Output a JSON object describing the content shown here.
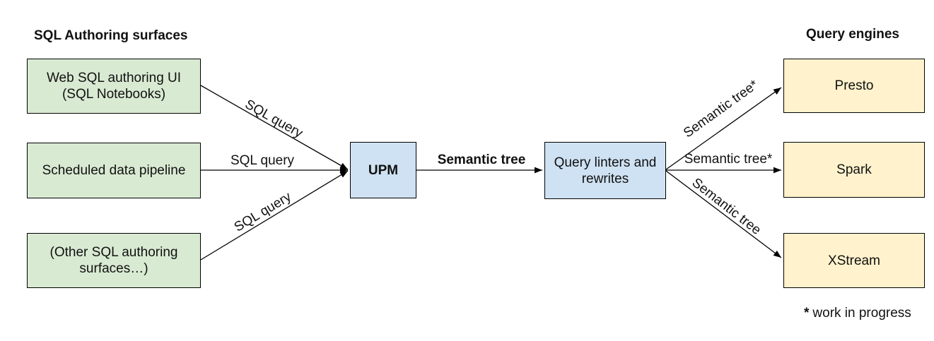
{
  "headings": {
    "left": "SQL Authoring surfaces",
    "right": "Query engines"
  },
  "sources": [
    {
      "label": "Web SQL authoring UI\n(SQL Notebooks)"
    },
    {
      "label": "Scheduled data pipeline"
    },
    {
      "label": "(Other SQL authoring\nsurfaces…)"
    }
  ],
  "processors": {
    "upm": {
      "label": "UPM"
    },
    "linters": {
      "label": "Query linters and\nrewrites"
    }
  },
  "engines": [
    {
      "label": "Presto"
    },
    {
      "label": "Spark"
    },
    {
      "label": "XStream"
    }
  ],
  "edges": {
    "source_to_upm": [
      {
        "label": "SQL query"
      },
      {
        "label": "SQL query"
      },
      {
        "label": "SQL query"
      }
    ],
    "upm_to_linters": {
      "label": "Semantic tree"
    },
    "linters_to_engines": [
      {
        "label": "Semantic tree*"
      },
      {
        "label": "Semantic tree*"
      },
      {
        "label": "Semantic tree"
      }
    ]
  },
  "footnote": {
    "marker": "*",
    "text": "work in progress"
  },
  "colors": {
    "source_fill": "#d9ead3",
    "processor_fill": "#cfe2f3",
    "engine_fill": "#fff2cc",
    "border": "#000000",
    "arrow": "#000000",
    "text": "#111111",
    "background": "#ffffff"
  }
}
